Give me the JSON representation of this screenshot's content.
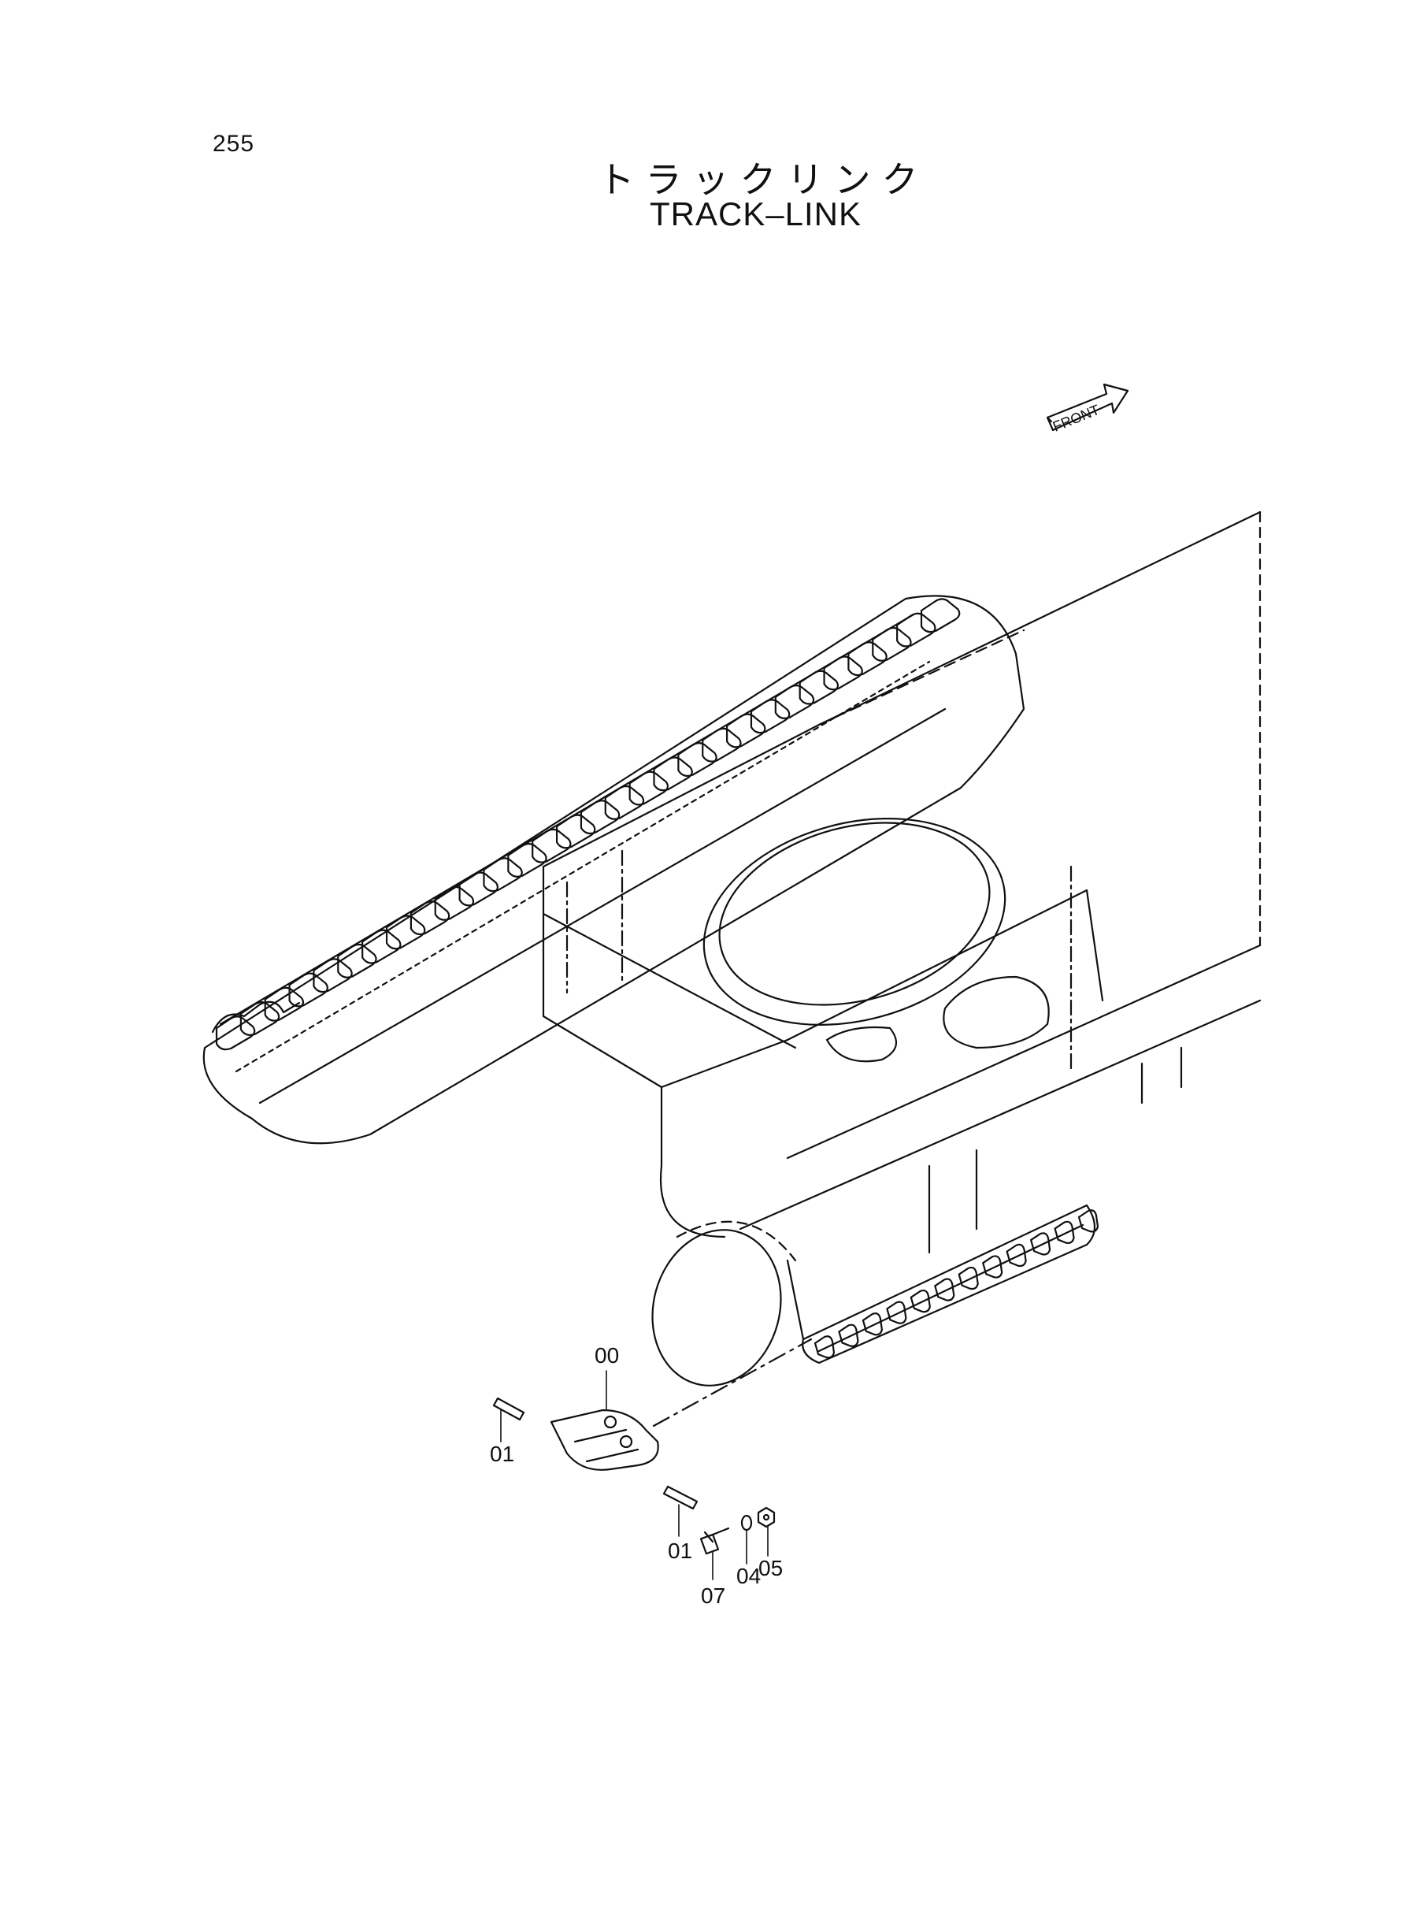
{
  "page": {
    "number": "255",
    "title_jp": "トラックリンク",
    "title_en": "TRACK–LINK"
  },
  "front_indicator": {
    "label": "FRONT",
    "icon": "front-arrow-icon"
  },
  "callouts": [
    {
      "id": "c00",
      "label": "00"
    },
    {
      "id": "c01a",
      "label": "01"
    },
    {
      "id": "c01b",
      "label": "01"
    },
    {
      "id": "c07",
      "label": "07"
    },
    {
      "id": "c04",
      "label": "04"
    },
    {
      "id": "c05",
      "label": "05"
    }
  ]
}
